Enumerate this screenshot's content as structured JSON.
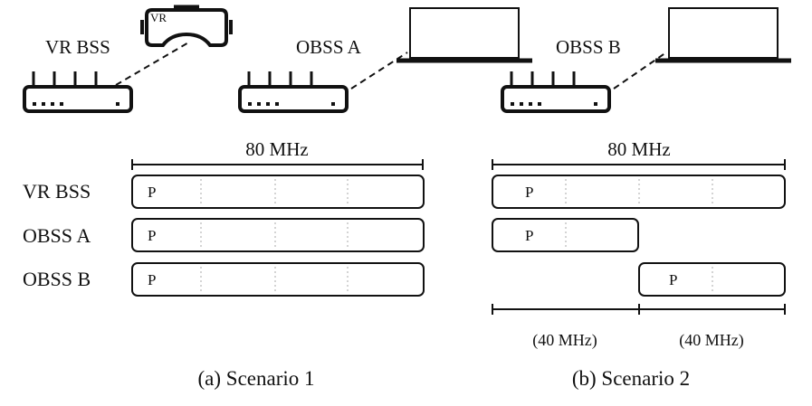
{
  "top": {
    "vr_bss_label": "VR BSS",
    "obss_a_label": "OBSS A",
    "obss_b_label": "OBSS B",
    "headset_label": "VR"
  },
  "scenario1": {
    "bandwidth_label": "80 MHz",
    "rows": [
      {
        "label": "VR BSS",
        "primary": "P"
      },
      {
        "label": "OBSS A",
        "primary": "P"
      },
      {
        "label": "OBSS B",
        "primary": "P"
      }
    ],
    "caption": "(a) Scenario 1"
  },
  "scenario2": {
    "bandwidth_label": "80 MHz",
    "rows": [
      {
        "primary": "P"
      },
      {
        "primary": "P"
      },
      {
        "primary": "P"
      }
    ],
    "sub_bandwidth_labels": [
      "(40 MHz)",
      "(40 MHz)"
    ],
    "caption": "(b) Scenario 2"
  }
}
